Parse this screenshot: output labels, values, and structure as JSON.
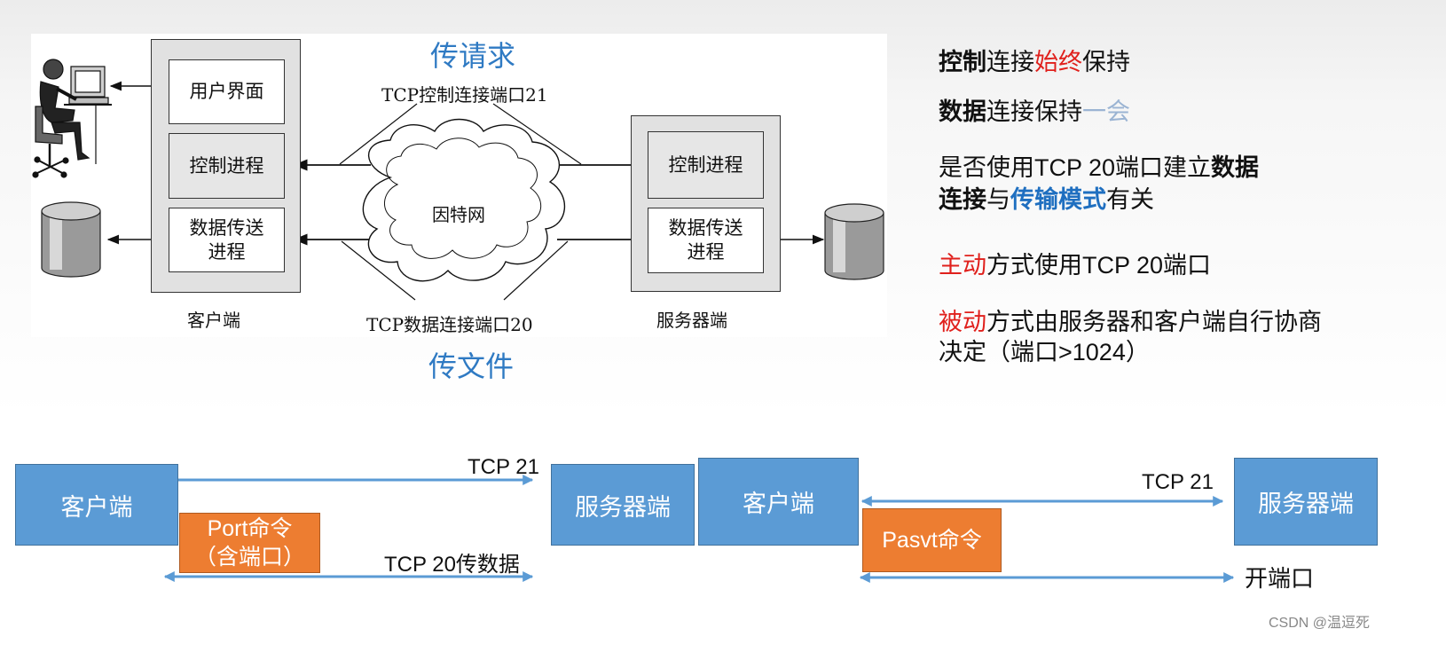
{
  "diagram": {
    "label_request": "传请求",
    "label_file": "传文件",
    "tcp_control_port": "TCP控制连接端口21",
    "tcp_data_port": "TCP数据连接端口20",
    "internet": "因特网",
    "client": {
      "title": "客户端",
      "ui": "用户界面",
      "control": "控制进程",
      "data_line1": "数据传送",
      "data_line2": "进程"
    },
    "server": {
      "title": "服务器端",
      "control": "控制进程",
      "data_line1": "数据传送",
      "data_line2": "进程"
    },
    "colors": {
      "caption_blue": "#2f7ac3",
      "box_gray": "#e1e1e1"
    }
  },
  "notes": {
    "n1_a": "控制",
    "n1_b": "连接",
    "n1_c": "始终",
    "n1_d": "保持",
    "n2_a": "数据",
    "n2_b": "连接保持",
    "n2_c": "一会",
    "n3_a": "是否使用TCP 20端口建立",
    "n3_b": "数据",
    "n3_c": "连接",
    "n3_d": "与",
    "n3_e": "传输模式",
    "n3_f": "有关",
    "n4_a": "主动",
    "n4_b": "方式使用TCP 20端口",
    "n5_a": "被动",
    "n5_b": "方式由服务器和客户端自行协商",
    "n5_c": "决定（端口>1024）",
    "colors": {
      "red": "#e0201c",
      "blue": "#1f6fc0",
      "light_blue": "#9bb4d3"
    }
  },
  "active": {
    "client": "客户端",
    "server": "服务器端",
    "tcp21": "TCP 21",
    "port_cmd_line1": "Port命令",
    "port_cmd_line2": "（含端口）",
    "tcp20": "TCP 20传数据"
  },
  "passive": {
    "client": "客户端",
    "server": "服务器端",
    "tcp21": "TCP 21",
    "pasv_cmd": "Pasvt命令",
    "open_port": "开端口"
  },
  "watermark": "CSDN @温逗死",
  "colors": {
    "box_blue": "#5b9bd5",
    "box_orange": "#ed7d31",
    "arrow_blue": "#5b9bd5"
  }
}
